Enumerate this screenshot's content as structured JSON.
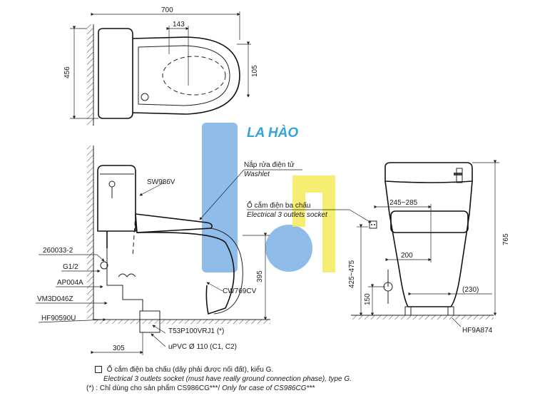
{
  "watermark": {
    "text": "LA HÀO",
    "color": "#1e9bd8",
    "shape_colors": [
      "#6da8e0",
      "#f3e73c"
    ]
  },
  "top_view": {
    "width": "700",
    "depth": "456",
    "offset_a": "143",
    "offset_b": "105"
  },
  "side_view": {
    "labels": {
      "tank": "SW986V",
      "seat": "CW769CV",
      "part_1": "260033-2",
      "part_2": "G1/2",
      "part_3": "AP004A",
      "part_4": "VM3D046Z",
      "part_5": "HF90590U",
      "part_6": "T53P100VRJ1 (*)",
      "part_7": "uPVC Ø 110 (C1, C2)"
    },
    "washlet_vi": "Nắp rửa điện tử",
    "washlet_en": "Washlet",
    "socket_vi": "Ổ cắm điện ba chấu",
    "socket_en": "Electrical 3 outlets socket",
    "dims": {
      "floor_to_outlet": "305",
      "seat_height": "395"
    }
  },
  "front_view": {
    "dims": {
      "socket_range": "245~285",
      "pipe_offset": "200",
      "pipe_height_range": "425~475",
      "low_height": "150",
      "foot": "(230)",
      "total_height": "765"
    },
    "labels": {
      "base": "HF9A874"
    }
  },
  "notes": {
    "line1_vi": "Ổ cắm điện ba chấu (dây phải được nối đất), kiểu G.",
    "line2_en": "Electrical 3 outlets socket (must have really ground connection phase), type G.",
    "line3_prefix": "(*) : Chỉ dùng cho sản phẩm CS986CG***/",
    "line3_en": "Only for case of CS986CG***"
  }
}
